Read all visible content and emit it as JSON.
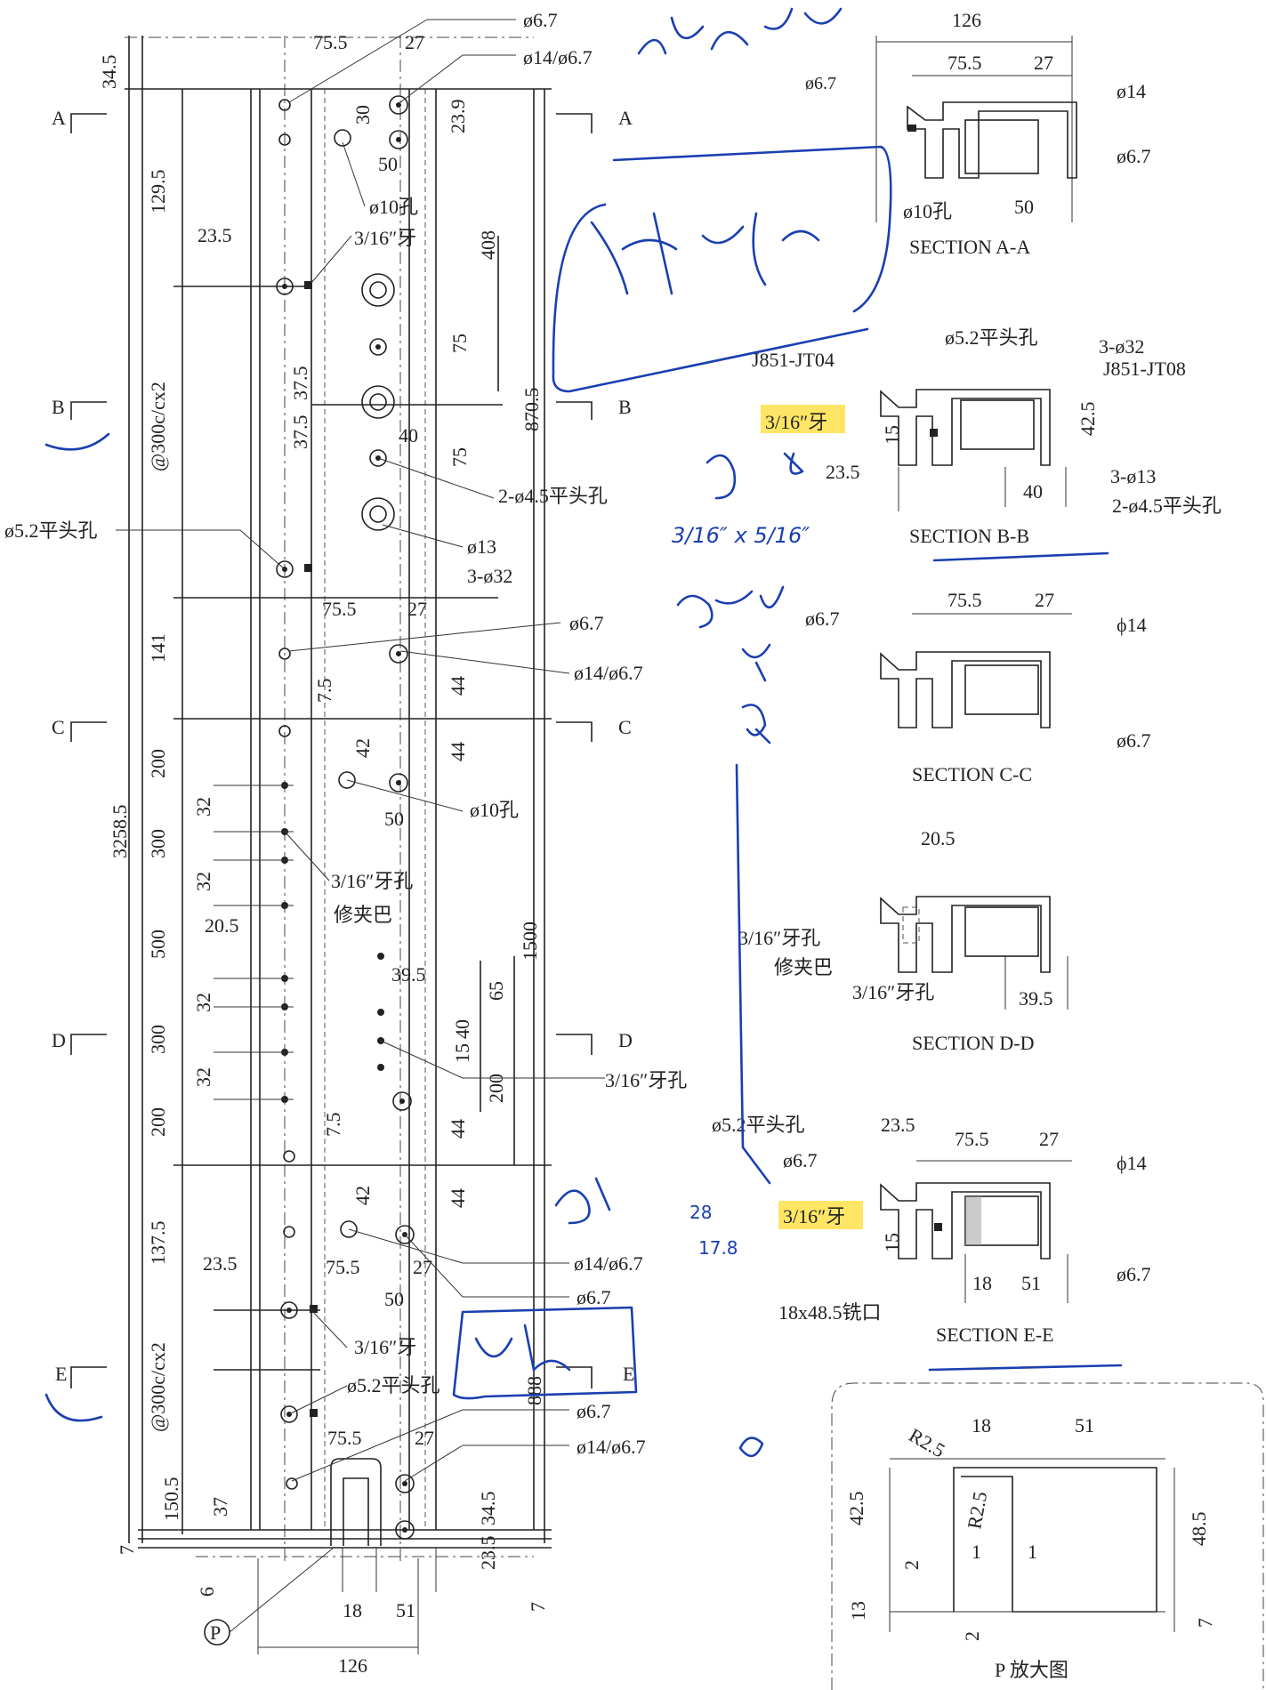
{
  "main": {
    "top_dims": {
      "d75_5": "75.5",
      "d27": "27",
      "d34_5": "34.5",
      "phi6_7": "ø6.7",
      "phi14_67": "ø14/ø6.7",
      "d30": "30",
      "d23_9": "23.9",
      "d50": "50",
      "phi10hole": "ø10孔",
      "d129_5": "129.5",
      "d23_5": "23.5",
      "thread": "3/16″牙",
      "d408": "408"
    },
    "mid_dims": {
      "d75": "75",
      "d37_5a": "37.5",
      "d37_5b": "37.5",
      "d40": "40",
      "d870_5": "870.5",
      "d2_45": "2-ø4.5平头孔",
      "d75b": "75",
      "phi13": "ø13",
      "d3_32": "3-ø32",
      "phi52": "ø5.2平头孔",
      "at300": "@300c/cx2"
    },
    "c_dims": {
      "d141": "141",
      "d75_5": "75.5",
      "d27": "27",
      "phi6_7": "ø6.7",
      "phi14_67": "ø14/ø6.7",
      "d7_5": "7.5",
      "d44a": "44",
      "d42": "42",
      "d44b": "44",
      "d50": "50",
      "phi10hole": "ø10孔",
      "d200": "200"
    },
    "lower_dims": {
      "d3258_5": "3258.5",
      "d300": "300",
      "d32a": "32",
      "d32b": "32",
      "thread_hole": "3/16″牙孔",
      "fix_clip": "修夹巴",
      "d20_5": "20.5",
      "d500": "500",
      "d1500": "1500",
      "d39_5": "39.5",
      "d65": "65",
      "d40": "40",
      "d15": "15",
      "d32c": "32",
      "d32d": "32",
      "d300b": "300",
      "thread_hole2": "3/16″牙孔",
      "d200b": "200",
      "d200c": "200",
      "d7_5b": "7.5",
      "d44c": "44",
      "d44d": "44",
      "d42b": "42"
    },
    "bottom_dims": {
      "d137_5": "137.5",
      "d23_5": "23.5",
      "d75_5": "75.5",
      "d27": "27",
      "phi14_67": "ø14/ø6.7",
      "d50": "50",
      "phi6_7": "ø6.7",
      "thread": "3/16″牙",
      "d888": "888",
      "at300": "@300c/cx2",
      "phi52": "ø5.2平头孔",
      "phi6_7b": "ø6.7",
      "d75_5b": "75.5",
      "d27b": "27",
      "phi14_67b": "ø14/ø6.7",
      "d150_5": "150.5",
      "d37": "37",
      "d34_5": "34.5",
      "d23_5b": "23.5",
      "d7": "7",
      "d6": "6",
      "d18": "18",
      "d51": "51",
      "d126": "126",
      "d7b": "7",
      "p_label": "P"
    }
  },
  "cut_marks": {
    "a": "A",
    "b": "B",
    "c": "C",
    "d": "D",
    "e": "E"
  },
  "sections": {
    "aa": {
      "title": "SECTION  A-A",
      "d126": "126",
      "d75_5": "75.5",
      "d27": "27",
      "phi6_7": "ø6.7",
      "phi14": "ø14",
      "phi6_7b": "ø6.7",
      "phi10hole": "ø10孔",
      "d50": "50"
    },
    "bb": {
      "title": "SECTION  B-B",
      "j04": "J851-JT04",
      "phi52": "ø5.2平头孔",
      "d3_32": "3-ø32",
      "j08": "J851-JT08",
      "thread": "3/16″牙",
      "d42_5": "42.5",
      "d15": "15",
      "d23_5": "23.5",
      "d3_13": "3-ø13",
      "d40": "40",
      "d2_45": "2-ø4.5平头孔"
    },
    "cc": {
      "title": "SECTION  C-C",
      "d75_5": "75.5",
      "d27": "27",
      "phi6_7": "ø6.7",
      "phi14": "ϕ14",
      "phi6_7b": "ø6.7"
    },
    "dd": {
      "title": "SECTION  D-D",
      "d20_5": "20.5",
      "thread_hole": "3/16″牙孔",
      "fix_clip": "修夹巴",
      "thread_hole2": "3/16″牙孔",
      "d39_5": "39.5"
    },
    "ee": {
      "title": "SECTION  E-E",
      "phi52": "ø5.2平头孔",
      "d23_5": "23.5",
      "d75_5": "75.5",
      "d27": "27",
      "phi6_7": "ø6.7",
      "phi14": "ϕ14",
      "thread": "3/16″牙",
      "d15": "15",
      "d18": "18",
      "d51": "51",
      "phi6_7b": "ø6.7",
      "mill": "18x48.5铣口"
    },
    "p": {
      "title": "P 放大图",
      "r25a": "R2.5",
      "d18": "18",
      "d51": "51",
      "r25b": "R2.5",
      "d42_5": "42.5",
      "d48_5": "48.5",
      "d2": "2",
      "d1a": "1",
      "d1b": "1",
      "d13": "13",
      "d2b": "2",
      "d7": "7"
    }
  },
  "handwriting": {
    "n28": "28",
    "n17_8": "17.8",
    "q1": "3/16″ x 5/16″"
  }
}
